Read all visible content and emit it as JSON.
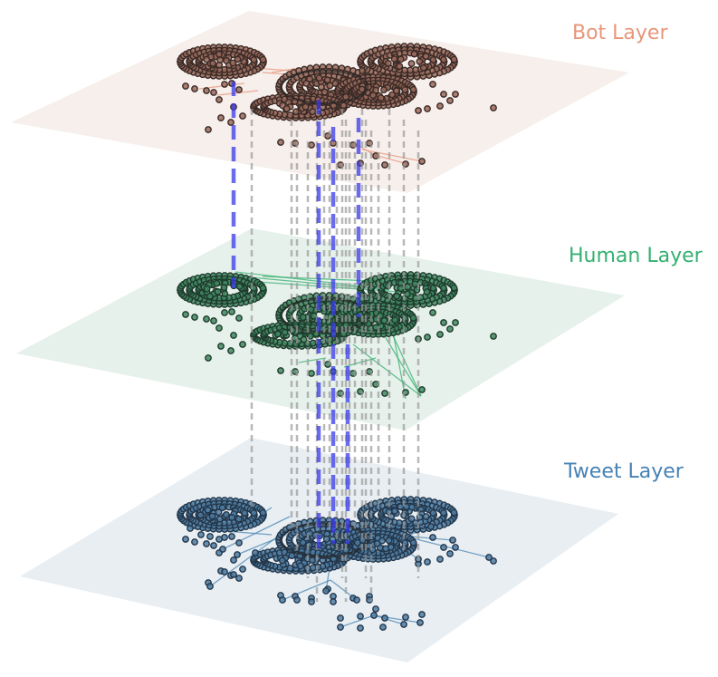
{
  "layers": [
    {
      "key": "bot",
      "label": "Bot Layer",
      "plane_color": "#f5ece8",
      "node_color": "#9a6a5c",
      "node_edge": "#3a2a26",
      "edge_color": "#e8967a",
      "label_color": "#e8967a"
    },
    {
      "key": "human",
      "label": "Human Layer",
      "plane_color": "#e3efe7",
      "node_color": "#3f8a62",
      "node_edge": "#1f3a2c",
      "edge_color": "#34b070",
      "label_color": "#34b070"
    },
    {
      "key": "tweet",
      "label": "Tweet Layer",
      "plane_color": "#e4ebf0",
      "node_color": "#4f7ea3",
      "node_edge": "#23364a",
      "edge_color": "#4b86b4",
      "label_color": "#4682b4"
    }
  ],
  "interlayer_colors": {
    "gray": "#9a9a9a",
    "blue": "#3a3ae8"
  }
}
